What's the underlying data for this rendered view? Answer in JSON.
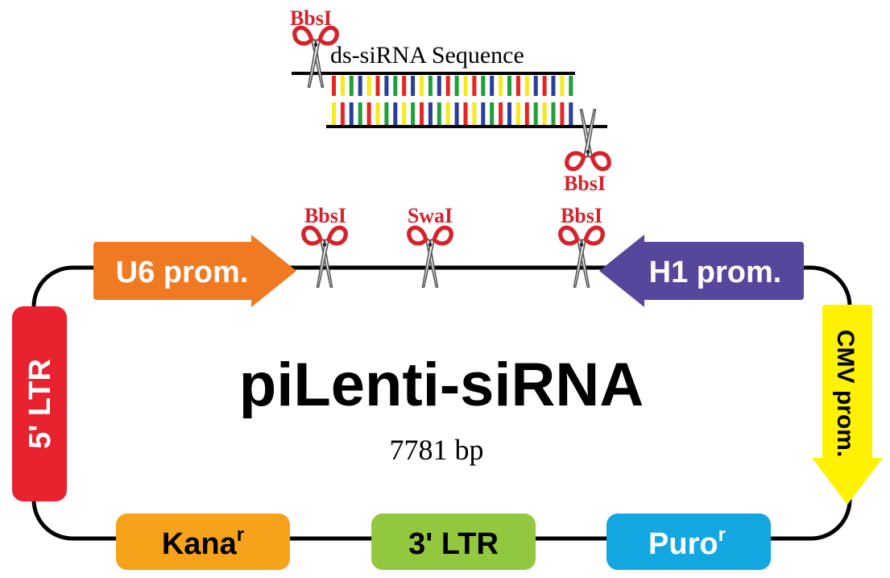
{
  "plasmid": {
    "name": "piLenti-siRNA",
    "size": "7781 bp"
  },
  "insert": {
    "label": "ds-siRNA Sequence",
    "top_site": "BbsI",
    "bottom_site": "BbsI",
    "base_colors": [
      "#e52621",
      "#f6ea1a",
      "#1f9e3a",
      "#2a3e9a"
    ]
  },
  "sites": [
    {
      "label": "BbsI"
    },
    {
      "label": "SwaI"
    },
    {
      "label": "BbsI"
    }
  ],
  "features": {
    "u6": {
      "label": "U6 prom.",
      "color": "#f07a22"
    },
    "h1": {
      "label": "H1 prom.",
      "color": "#57479c"
    },
    "cmv": {
      "label": "CMV prom.",
      "color": "#fff200"
    },
    "ltr5": {
      "label": "5' LTR",
      "color": "#e8222e"
    },
    "kana": {
      "label": "Kana",
      "sup": "r",
      "color": "#f7a21b"
    },
    "ltr3": {
      "label": "3' LTR",
      "color": "#92c83e"
    },
    "puro": {
      "label": "Puro",
      "sup": "r",
      "color": "#12a7e0"
    }
  },
  "colors": {
    "enzyme_text": "#d5222b",
    "scissor_handle": "#d5222b",
    "backbone": "#000000"
  }
}
